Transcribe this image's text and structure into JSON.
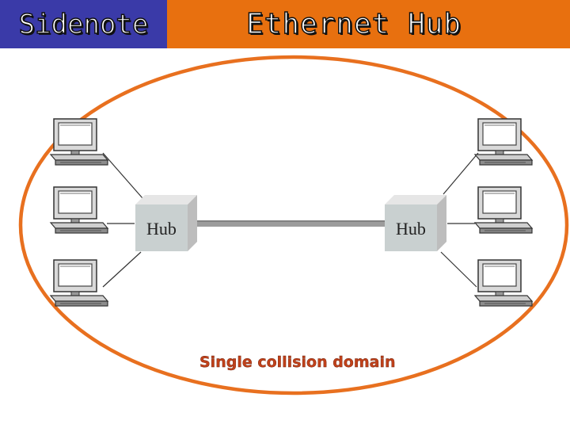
{
  "header": {
    "badge_label": "Sidenote",
    "title": "Ethernet Hub",
    "badge_color": "#3a3aa8",
    "title_bar_color": "#e8700f"
  },
  "diagram": {
    "hub_left_label": "Hub",
    "hub_right_label": "Hub",
    "collision_domain_label": "Single collision domain",
    "domain_outline_color": "#e8701f",
    "hosts_per_hub": 3
  }
}
